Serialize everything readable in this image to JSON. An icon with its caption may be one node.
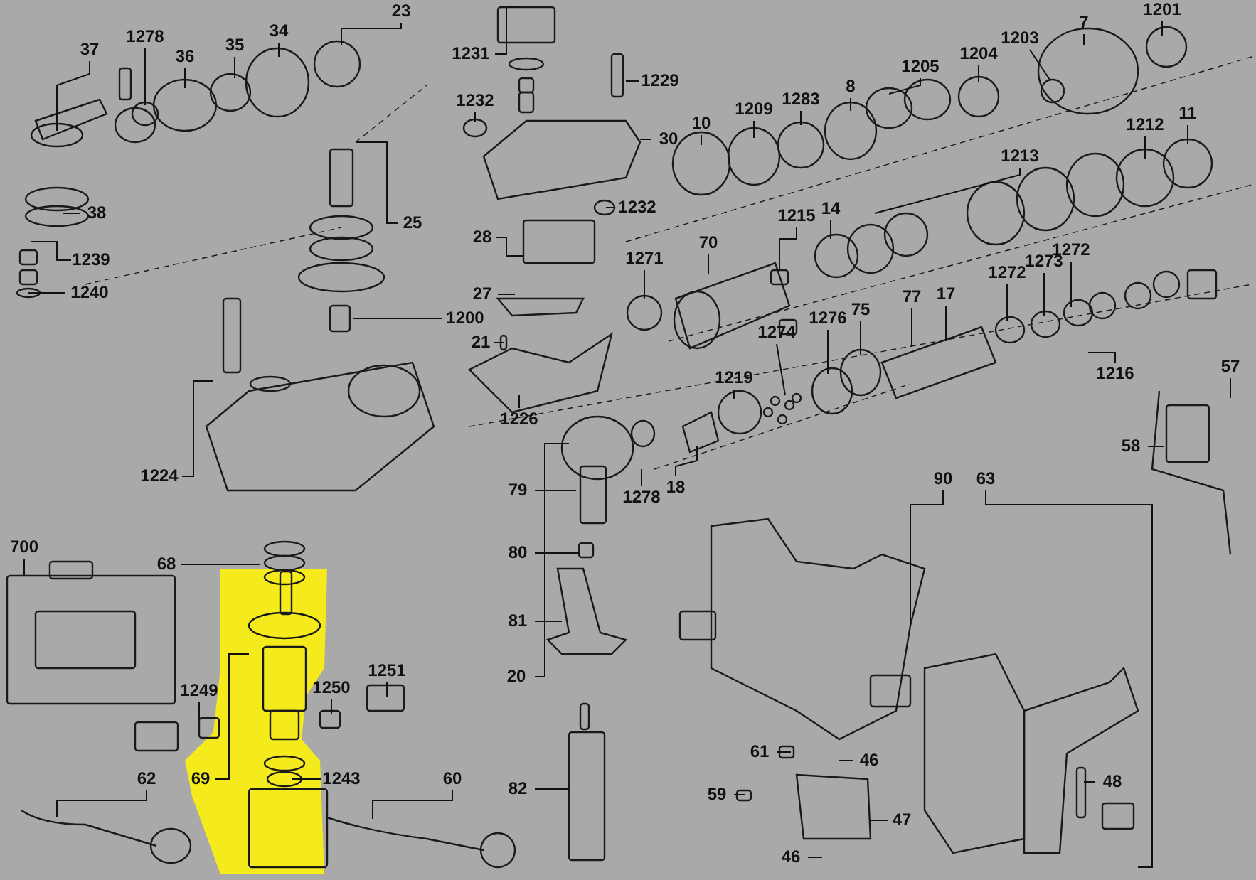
{
  "diagram": {
    "nodes": [
      {
        "text": [
          "37"
        ]
      },
      {
        "text": [
          "1278"
        ]
      },
      {
        "text": [
          "36"
        ]
      },
      {
        "text": [
          "35"
        ]
      },
      {
        "text": [
          "34"
        ]
      },
      {
        "text": [
          "23"
        ]
      },
      {
        "text": [
          "38"
        ]
      },
      {
        "text": [
          "1239"
        ]
      },
      {
        "text": [
          "1240"
        ]
      },
      {
        "text": [
          "25"
        ]
      },
      {
        "text": [
          "1200"
        ]
      },
      {
        "text": [
          "1224"
        ]
      },
      {
        "text": [
          "68"
        ]
      },
      {
        "text": [
          "700"
        ]
      },
      {
        "text": [
          "1249"
        ]
      },
      {
        "text": [
          "1251"
        ]
      },
      {
        "text": [
          "1250"
        ]
      },
      {
        "text": [
          "1243"
        ]
      },
      {
        "text": [
          "69"
        ]
      },
      {
        "text": [
          "62"
        ]
      },
      {
        "text": [
          "60"
        ]
      },
      {
        "text": [
          "1231"
        ]
      },
      {
        "text": [
          "1232"
        ]
      },
      {
        "text": [
          "1229"
        ]
      },
      {
        "text": [
          "30"
        ]
      },
      {
        "text": [
          "1232"
        ]
      },
      {
        "text": [
          "28"
        ]
      },
      {
        "text": [
          "27"
        ]
      },
      {
        "text": [
          "21"
        ]
      },
      {
        "text": [
          "1226"
        ]
      },
      {
        "text": [
          "1209"
        ]
      },
      {
        "text": [
          "1283"
        ]
      },
      {
        "text": [
          "8"
        ]
      },
      {
        "text": [
          "10"
        ]
      },
      {
        "text": [
          "1205"
        ]
      },
      {
        "text": [
          "1204"
        ]
      },
      {
        "text": [
          "1203"
        ]
      },
      {
        "text": [
          "7"
        ]
      },
      {
        "text": [
          "1201"
        ]
      },
      {
        "text": [
          "1212"
        ]
      },
      {
        "text": [
          "11"
        ]
      },
      {
        "text": [
          "1213"
        ]
      },
      {
        "text": [
          "1215"
        ]
      },
      {
        "text": [
          "14"
        ]
      },
      {
        "text": [
          "1271"
        ]
      },
      {
        "text": [
          "70"
        ]
      },
      {
        "text": [
          "1272"
        ]
      },
      {
        "text": [
          "1273"
        ]
      },
      {
        "text": [
          "1272"
        ]
      },
      {
        "text": [
          "17"
        ]
      },
      {
        "text": [
          "77"
        ]
      },
      {
        "text": [
          "75"
        ]
      },
      {
        "text": [
          "1276"
        ]
      },
      {
        "text": [
          "1274"
        ]
      },
      {
        "text": [
          "1216"
        ]
      },
      {
        "text": [
          "1219"
        ]
      },
      {
        "text": [
          "57"
        ]
      },
      {
        "text": [
          "58"
        ]
      },
      {
        "text": [
          "1278"
        ]
      },
      {
        "text": [
          "18"
        ]
      },
      {
        "text": [
          "79"
        ]
      },
      {
        "text": [
          "80"
        ]
      },
      {
        "text": [
          "81"
        ]
      },
      {
        "text": [
          "20"
        ]
      },
      {
        "text": [
          "82"
        ]
      },
      {
        "text": [
          "90"
        ]
      },
      {
        "text": [
          "63"
        ]
      },
      {
        "text": [
          "61"
        ]
      },
      {
        "text": [
          "46"
        ]
      },
      {
        "text": [
          "59"
        ]
      },
      {
        "text": [
          "47"
        ]
      },
      {
        "text": [
          "46"
        ]
      },
      {
        "text": [
          "48"
        ]
      }
    ],
    "edges": [
      {
        "from": 0,
        "to": null,
        "arrow": "none"
      },
      {
        "from": 1,
        "to": null,
        "arrow": "none"
      },
      {
        "from": 2,
        "to": null,
        "arrow": "none"
      },
      {
        "from": 3,
        "to": null,
        "arrow": "none"
      },
      {
        "from": 4,
        "to": null,
        "arrow": "none"
      },
      {
        "from": 5,
        "to": null,
        "arrow": "none"
      },
      {
        "from": 6,
        "to": null,
        "arrow": "none"
      },
      {
        "from": 7,
        "to": null,
        "arrow": "none"
      },
      {
        "from": 8,
        "to": null,
        "arrow": "none"
      },
      {
        "from": 9,
        "to": null,
        "arrow": "none"
      },
      {
        "from": 10,
        "to": null,
        "arrow": "none"
      },
      {
        "from": 11,
        "to": null,
        "arrow": "none"
      },
      {
        "from": 12,
        "to": null,
        "arrow": "none"
      },
      {
        "from": 13,
        "to": null,
        "arrow": "none"
      },
      {
        "from": 14,
        "to": null,
        "arrow": "none"
      },
      {
        "from": 15,
        "to": null,
        "arrow": "none"
      },
      {
        "from": 16,
        "to": null,
        "arrow": "none"
      },
      {
        "from": 17,
        "to": null,
        "arrow": "none"
      },
      {
        "from": 18,
        "to": null,
        "arrow": "none"
      },
      {
        "from": 19,
        "to": null,
        "arrow": "none"
      },
      {
        "from": 20,
        "to": null,
        "arrow": "none"
      },
      {
        "from": 21,
        "to": null,
        "arrow": "none"
      },
      {
        "from": 22,
        "to": null,
        "arrow": "none"
      },
      {
        "from": 23,
        "to": null,
        "arrow": "none"
      },
      {
        "from": 24,
        "to": null,
        "arrow": "none"
      },
      {
        "from": 25,
        "to": null,
        "arrow": "none"
      },
      {
        "from": 26,
        "to": null,
        "arrow": "none"
      },
      {
        "from": 27,
        "to": null,
        "arrow": "none"
      },
      {
        "from": 28,
        "to": null,
        "arrow": "none"
      },
      {
        "from": 29,
        "to": null,
        "arrow": "none"
      },
      {
        "from": 30,
        "to": null,
        "arrow": "none"
      },
      {
        "from": 31,
        "to": null,
        "arrow": "none"
      },
      {
        "from": 32,
        "to": null,
        "arrow": "none"
      },
      {
        "from": 33,
        "to": null,
        "arrow": "none"
      },
      {
        "from": 34,
        "to": null,
        "arrow": "none"
      },
      {
        "from": 35,
        "to": null,
        "arrow": "none"
      },
      {
        "from": 36,
        "to": null,
        "arrow": "none"
      },
      {
        "from": 37,
        "to": null,
        "arrow": "none"
      },
      {
        "from": 38,
        "to": null,
        "arrow": "none"
      },
      {
        "from": 39,
        "to": null,
        "arrow": "none"
      },
      {
        "from": 40,
        "to": null,
        "arrow": "none"
      },
      {
        "from": 41,
        "to": null,
        "arrow": "none"
      },
      {
        "from": 42,
        "to": null,
        "arrow": "none"
      },
      {
        "from": 43,
        "to": null,
        "arrow": "none"
      },
      {
        "from": 44,
        "to": null,
        "arrow": "none"
      },
      {
        "from": 45,
        "to": null,
        "arrow": "none"
      },
      {
        "from": 46,
        "to": null,
        "arrow": "none"
      },
      {
        "from": 47,
        "to": null,
        "arrow": "none"
      },
      {
        "from": 48,
        "to": null,
        "arrow": "none"
      },
      {
        "from": 49,
        "to": null,
        "arrow": "none"
      },
      {
        "from": 50,
        "to": null,
        "arrow": "none"
      },
      {
        "from": 51,
        "to": null,
        "arrow": "none"
      },
      {
        "from": 52,
        "to": null,
        "arrow": "none"
      },
      {
        "from": 53,
        "to": null,
        "arrow": "none"
      },
      {
        "from": 54,
        "to": null,
        "arrow": "none"
      },
      {
        "from": 55,
        "to": null,
        "arrow": "none"
      },
      {
        "from": 56,
        "to": null,
        "arrow": "none"
      },
      {
        "from": 57,
        "to": null,
        "arrow": "none"
      },
      {
        "from": 58,
        "to": null,
        "arrow": "none"
      },
      {
        "from": 59,
        "to": null,
        "arrow": "none"
      },
      {
        "from": 60,
        "to": null,
        "arrow": "none"
      },
      {
        "from": 61,
        "to": null,
        "arrow": "none"
      },
      {
        "from": 62,
        "to": null,
        "arrow": "none"
      },
      {
        "from": 63,
        "to": null,
        "arrow": "none"
      },
      {
        "from": 64,
        "to": null,
        "arrow": "none"
      },
      {
        "from": 65,
        "to": null,
        "arrow": "none"
      },
      {
        "from": 66,
        "to": null,
        "arrow": "none"
      },
      {
        "from": 67,
        "to": null,
        "arrow": "none"
      },
      {
        "from": 68,
        "to": null,
        "arrow": "none"
      },
      {
        "from": 69,
        "to": null,
        "arrow": "none"
      },
      {
        "from": 70,
        "to": null,
        "arrow": "none"
      },
      {
        "from": 71,
        "to": null,
        "arrow": "none"
      },
      {
        "from": 72,
        "to": null,
        "arrow": "none"
      }
    ]
  }
}
